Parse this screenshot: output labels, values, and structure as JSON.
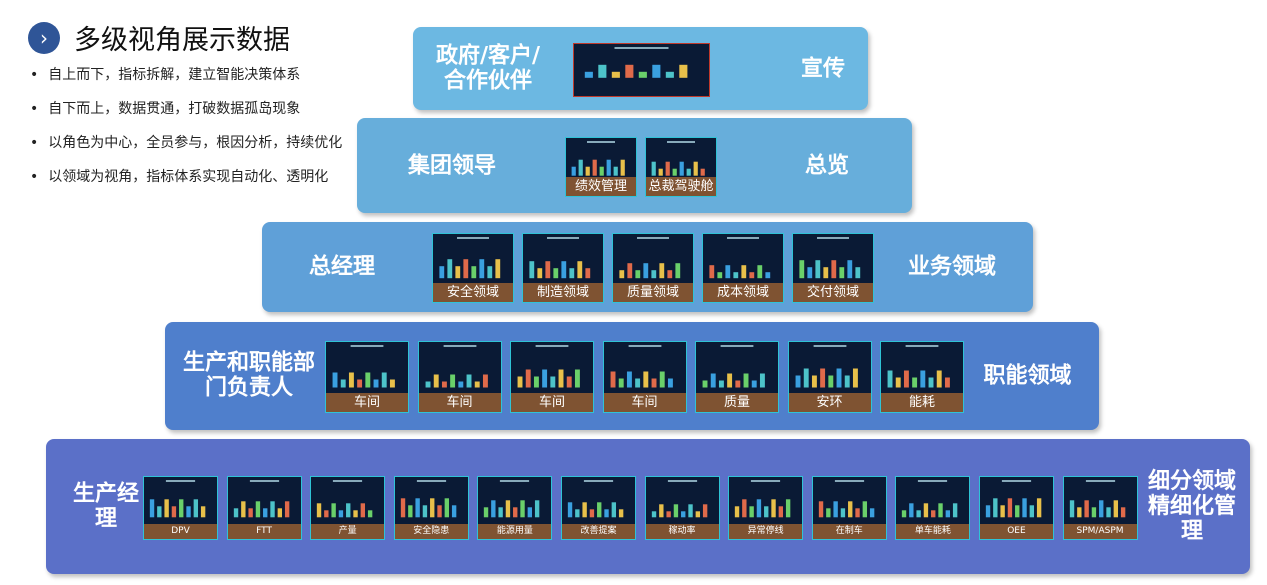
{
  "header": {
    "title": "多级视角展示数据",
    "icon": "chevron-right-icon"
  },
  "bullets": [
    "自上而下，指标拆解，建立智能决策体系",
    "自下而上，数据贯通，打破数据孤岛现象",
    "以角色为中心，全员参与，根因分析，持续优化",
    "以领域为视角，指标体系实现自动化、透明化"
  ],
  "tiers": [
    {
      "role": "政府/客户/合作伙伴",
      "scope": "宣传",
      "thumbs": [
        ""
      ]
    },
    {
      "role": "集团领导",
      "scope": "总览",
      "thumbs": [
        "绩效管理",
        "总裁驾驶舱"
      ]
    },
    {
      "role": "总经理",
      "scope": "业务领域",
      "thumbs": [
        "安全领域",
        "制造领域",
        "质量领域",
        "成本领域",
        "交付领域"
      ]
    },
    {
      "role": "生产和职能部门负责人",
      "scope": "职能领域",
      "thumbs": [
        "车间",
        "车间",
        "车间",
        "车间",
        "质量",
        "安环",
        "能耗"
      ]
    },
    {
      "role": "生产经理",
      "scope": "细分领域精细化管理",
      "thumbs": [
        "DPV",
        "FTT",
        "产量",
        "安全隐患",
        "能源用量",
        "改善提案",
        "稼动率",
        "异常停线",
        "在制车",
        "单车能耗",
        "OEE",
        "SPM/ASPM"
      ]
    }
  ],
  "colors": {
    "t0": "#6cb8e2",
    "t1": "#67aedb",
    "t2": "#5fa0d8",
    "t3": "#4f7fcc",
    "t4": "#5b70c8"
  }
}
